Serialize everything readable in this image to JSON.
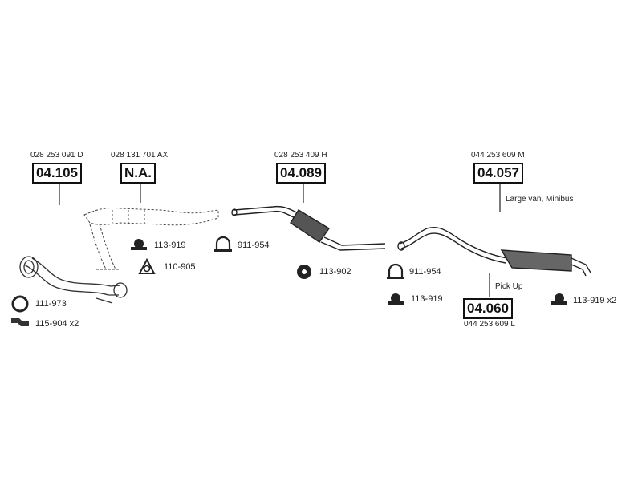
{
  "parts": [
    {
      "oem": "028 253 091 D",
      "code": "04.105"
    },
    {
      "oem": "028 131 701 AX",
      "code": "N.A."
    },
    {
      "oem": "028 253 409 H",
      "code": "04.089"
    },
    {
      "oem": "044 253 609 M",
      "code": "04.057"
    },
    {
      "oem": "044 253 609 L",
      "code": "04.060"
    }
  ],
  "notes": {
    "large_van": "Large van, Minibus",
    "pick_up": "Pick Up"
  },
  "accessories": [
    {
      "label": "111-973",
      "icon": "ring-gasket-icon"
    },
    {
      "label": "115-904 x2",
      "icon": "clamp-bracket-icon"
    },
    {
      "label": "113-919",
      "icon": "rubber-mount-icon"
    },
    {
      "label": "110-905",
      "icon": "flange-gasket-icon"
    },
    {
      "label": "911-954",
      "icon": "u-clamp-icon"
    },
    {
      "label": "113-902",
      "icon": "round-mount-icon"
    },
    {
      "label": "911-954",
      "icon": "u-clamp-icon"
    },
    {
      "label": "113-919",
      "icon": "rubber-mount-icon"
    },
    {
      "label": "113-919 x2",
      "icon": "rubber-mount-icon"
    }
  ]
}
